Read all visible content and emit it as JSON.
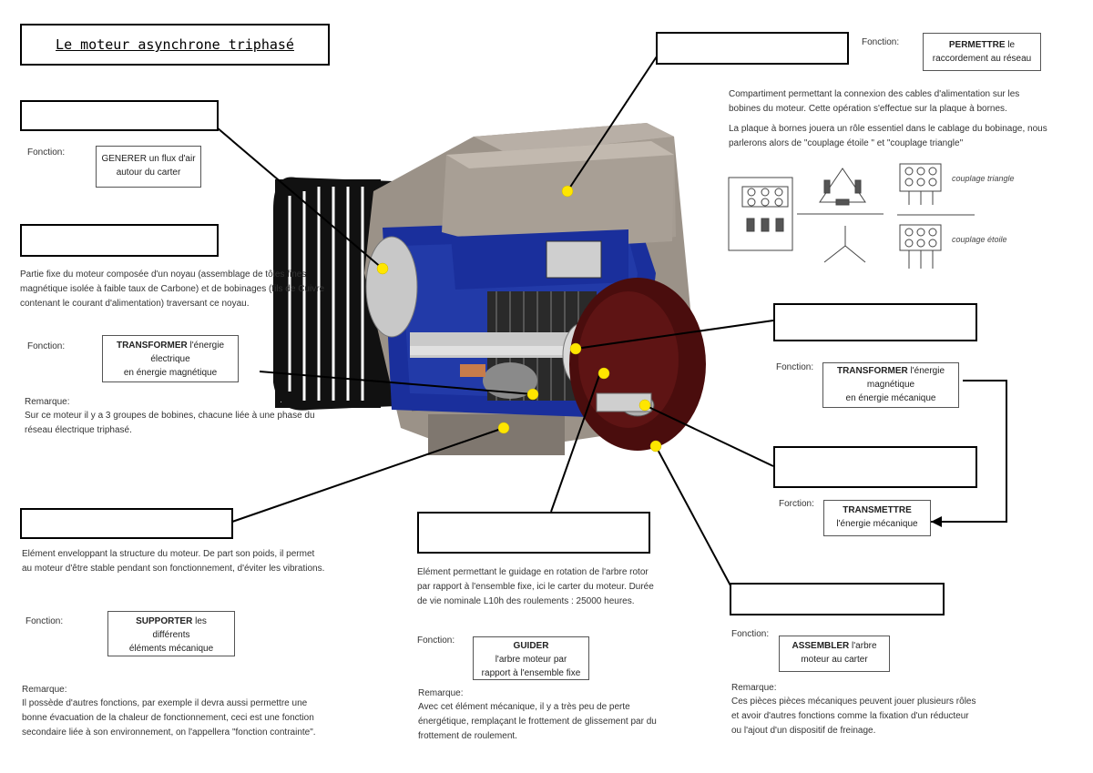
{
  "title": "Le moteur asynchrone triphasé",
  "fonction_label": "Fonction:",
  "remarque_label": "Remarque:",
  "ventilateur": {
    "fonction_verb": "GENERER",
    "fonction_rest": " un flux d'air autour du carter"
  },
  "stator": {
    "description": "Partie fixe du moteur composée d'un noyau (assemblage de tôles fines magnétique isolée à faible taux de Carbone) et de bobinages (fils de Cuivre contenant le courant d'alimentation)  traversant ce noyau.",
    "fonction_verb": "TRANSFORMER",
    "fonction_line1": " l'énergie",
    "fonction_line2": "électrique",
    "fonction_line3": "en énergie magnétique",
    "remarque": "Sur ce moteur il y a 3 groupes de bobines, chacune liée à une phase du réseau électrique triphasé."
  },
  "carter": {
    "description": "Elément enveloppant la structure du moteur. De part son poids, il permet au moteur d'être stable pendant son fonctionnement, d'éviter les vibrations.",
    "fonction_verb": "SUPPORTER",
    "fonction_line1": " les",
    "fonction_line2": "différents",
    "fonction_line3": "éléments mécanique",
    "remarque": "Il possède d'autres fonctions, par exemple il devra aussi permettre une bonne évacuation de la chaleur de fonctionnement, ceci est une fonction secondaire liée à son environnement, on l'appellera \"fonction contrainte\"."
  },
  "roulements": {
    "description": "Elément permettant le guidage en rotation de l'arbre rotor par rapport à l'ensemble fixe, ici le carter du moteur. Durée de vie nominale L10h des roulements : 25000 heures.",
    "fonction_verb": "GUIDER",
    "fonction_line2": "l'arbre moteur par",
    "fonction_line3": "rapport à l'ensemble fixe",
    "remarque": "Avec cet élément mécanique,  il y a très peu de perte énergétique, remplaçant le frottement de glissement par du frottement de roulement."
  },
  "bornier": {
    "fonction_verb": "PERMETTRE",
    "fonction_line1": " le",
    "fonction_line2": "raccordement au réseau",
    "description1": "Compartiment permettant la connexion des cables d'alimentation sur les bobines du moteur. Cette opération s'effectue sur la plaque à bornes.",
    "description2": "La plaque à bornes jouera un rôle essentiel dans le cablage du bobinage, nous parlerons alors de \"couplage étoile \" et \"couplage triangle\"",
    "couplage_triangle": "couplage triangle",
    "couplage_etoile": "couplage étoile"
  },
  "rotor": {
    "fonction_verb": "TRANSFORMER",
    "fonction_line1": " l'énergie",
    "fonction_line2": "magnétique",
    "fonction_line3": "en énergie mécanique"
  },
  "arbre": {
    "fonction_label": "Forction:",
    "fonction_verb": "TRANSMETTRE",
    "fonction_line2": "l'énergie mécanique"
  },
  "flasque": {
    "fonction_verb": "ASSEMBLER",
    "fonction_line1": " l'arbre",
    "fonction_line2": "moteur au carter",
    "remarque": "Ces pièces pièces mécaniques peuvent jouer plusieurs rôles et avoir d'autres fonctions comme la fixation d'un réducteur ou l'ajout d'un dispositif de freinage."
  },
  "colors": {
    "marker": "#ffe600",
    "motor_blue": "#1a2f9c",
    "motor_gray": "#9b9288",
    "flange_red": "#4a0d0d"
  }
}
